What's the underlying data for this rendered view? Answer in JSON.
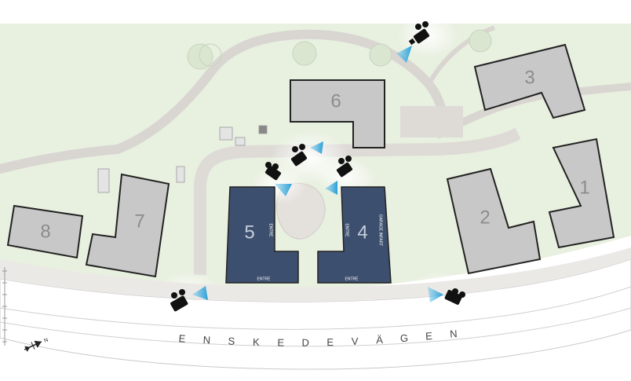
{
  "road": {
    "letters": [
      "E",
      "N",
      "S",
      "K",
      "E",
      "D",
      "E",
      "V",
      "Ä",
      "G",
      "E",
      "N"
    ]
  },
  "buildings": [
    {
      "id": "1",
      "label": "1",
      "highlighted": false
    },
    {
      "id": "2",
      "label": "2",
      "highlighted": false
    },
    {
      "id": "3",
      "label": "3",
      "highlighted": false
    },
    {
      "id": "4",
      "label": "4",
      "highlighted": true
    },
    {
      "id": "5",
      "label": "5",
      "highlighted": true
    },
    {
      "id": "6",
      "label": "6",
      "highlighted": false
    },
    {
      "id": "7",
      "label": "7",
      "highlighted": false
    },
    {
      "id": "8",
      "label": "8",
      "highlighted": false
    }
  ],
  "entrances": {
    "b5_side": "ENTRÉ",
    "b5_bottom": "ENTRÉ",
    "b4_side": "ENTRÉ",
    "b4_bottom": "ENTRÉ",
    "b4_garage": "GARAGE INFART"
  },
  "colors": {
    "grass": "#e8f0e0",
    "path": "#d9d6d2",
    "building": "#c8c8c8",
    "highlight": "#3d4f6e",
    "camera_cone": "#5bbde8",
    "road": "#ffffff"
  },
  "cameras": [
    {
      "id": "cam-top-right",
      "icon": "camera-icon"
    },
    {
      "id": "cam-center-1",
      "icon": "camera-icon"
    },
    {
      "id": "cam-center-2",
      "icon": "camera-icon"
    },
    {
      "id": "cam-center-3",
      "icon": "camera-icon"
    },
    {
      "id": "cam-bottom-left",
      "icon": "camera-icon"
    },
    {
      "id": "cam-bottom-right",
      "icon": "camera-icon"
    }
  ],
  "compass": {
    "icon": "compass-icon",
    "label": "N"
  }
}
